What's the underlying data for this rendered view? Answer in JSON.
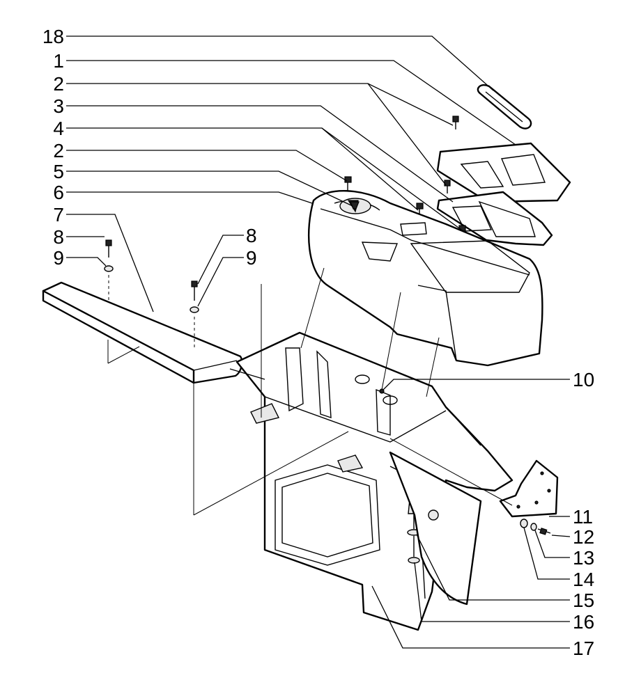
{
  "figure": {
    "callouts": [
      {
        "id": "c18",
        "label": "18"
      },
      {
        "id": "c1",
        "label": "1"
      },
      {
        "id": "c2a",
        "label": "2"
      },
      {
        "id": "c3",
        "label": "3"
      },
      {
        "id": "c4",
        "label": "4"
      },
      {
        "id": "c2b",
        "label": "2"
      },
      {
        "id": "c5",
        "label": "5"
      },
      {
        "id": "c6",
        "label": "6"
      },
      {
        "id": "c7",
        "label": "7"
      },
      {
        "id": "c8a",
        "label": "8"
      },
      {
        "id": "c9a",
        "label": "9"
      },
      {
        "id": "c8b",
        "label": "8"
      },
      {
        "id": "c9b",
        "label": "9"
      },
      {
        "id": "c10",
        "label": "10"
      },
      {
        "id": "c11",
        "label": "11"
      },
      {
        "id": "c12",
        "label": "12"
      },
      {
        "id": "c13",
        "label": "13"
      },
      {
        "id": "c14",
        "label": "14"
      },
      {
        "id": "c15",
        "label": "15"
      },
      {
        "id": "c16",
        "label": "16"
      },
      {
        "id": "c17",
        "label": "17"
      }
    ]
  }
}
